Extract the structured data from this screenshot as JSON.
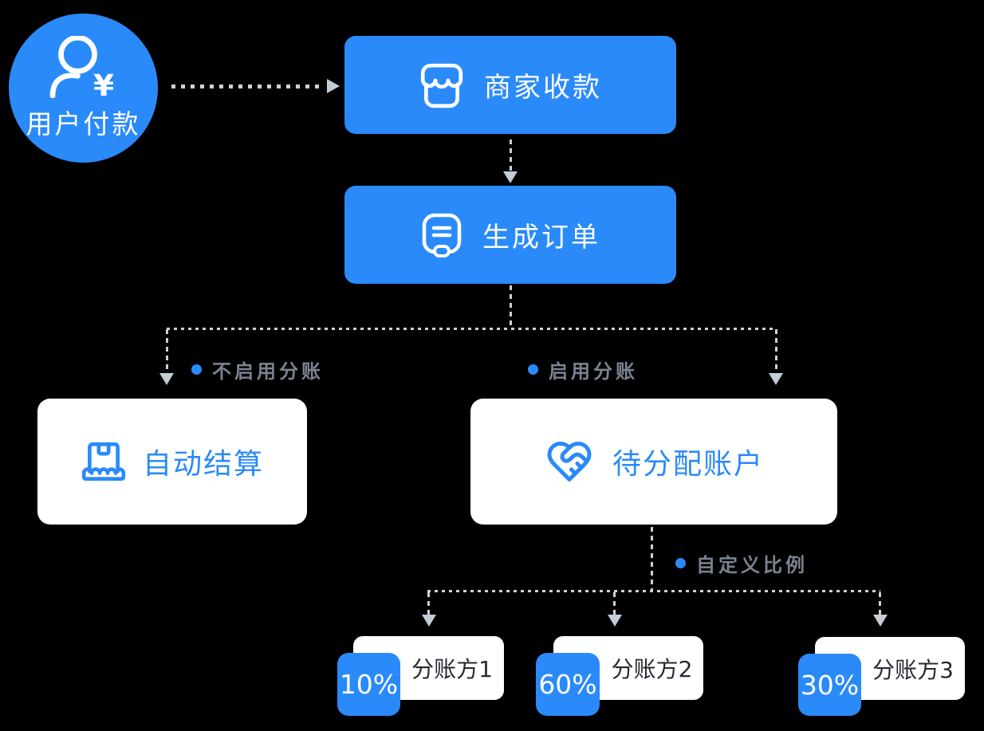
{
  "colors": {
    "primary_blue": "#2a8af9",
    "line_gray": "#ccd2d9",
    "arrow_gray": "#c4ccd6",
    "label_gray": "#7b8391",
    "dark_text": "#262a31",
    "card_white": "#ffffff",
    "background": "#000000"
  },
  "nodes": {
    "user_payment": {
      "label": "用户付款",
      "icon": "user-yen-icon"
    },
    "merchant_receive": {
      "label": "商家收款",
      "icon": "storefront-icon"
    },
    "generate_order": {
      "label": "生成订单",
      "icon": "order-receipt-icon"
    },
    "auto_settlement": {
      "label": "自动结算",
      "icon": "package-icon"
    },
    "pending_allocation": {
      "label": "待分配账户",
      "icon": "heart-handshake-icon"
    }
  },
  "branch_labels": {
    "no_split": "不启用分账",
    "split": "启用分账",
    "custom_ratio": "自定义比例"
  },
  "parties": [
    {
      "percent": "10%",
      "label": "分账方1"
    },
    {
      "percent": "60%",
      "label": "分账方2"
    },
    {
      "percent": "30%",
      "label": "分账方3"
    }
  ]
}
